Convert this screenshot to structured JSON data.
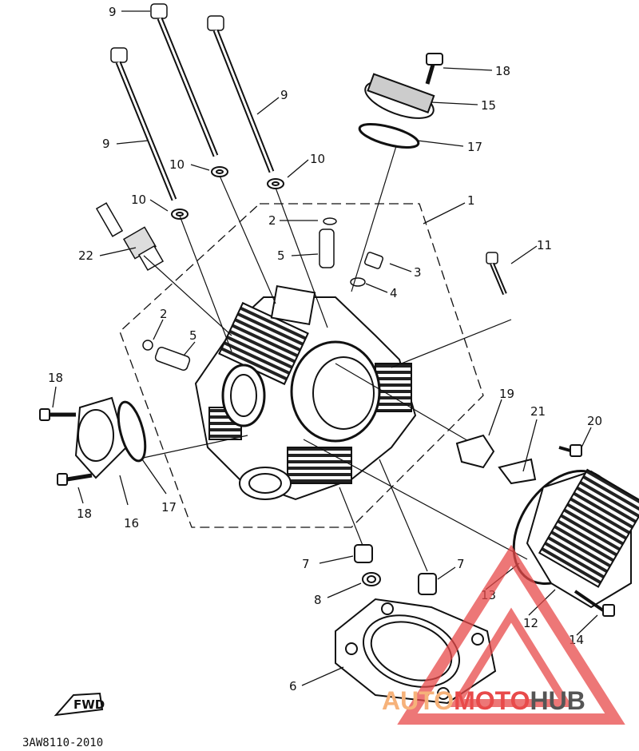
{
  "diagram": {
    "drawing_code": "3AW8110-2010",
    "fwd_label": "FWD",
    "callouts": [
      {
        "id": "c9a",
        "text": "9"
      },
      {
        "id": "c9b",
        "text": "9"
      },
      {
        "id": "c9c",
        "text": "9"
      },
      {
        "id": "c10a",
        "text": "10"
      },
      {
        "id": "c10b",
        "text": "10"
      },
      {
        "id": "c10c",
        "text": "10"
      },
      {
        "id": "c22",
        "text": "22"
      },
      {
        "id": "c2a",
        "text": "2"
      },
      {
        "id": "c5a",
        "text": "5"
      },
      {
        "id": "c2b",
        "text": "2"
      },
      {
        "id": "c5b",
        "text": "5"
      },
      {
        "id": "c1",
        "text": "1"
      },
      {
        "id": "c3",
        "text": "3"
      },
      {
        "id": "c4",
        "text": "4"
      },
      {
        "id": "c11",
        "text": "11"
      },
      {
        "id": "c18a",
        "text": "18"
      },
      {
        "id": "c15",
        "text": "15"
      },
      {
        "id": "c17a",
        "text": "17"
      },
      {
        "id": "c18b",
        "text": "18"
      },
      {
        "id": "c18c",
        "text": "18"
      },
      {
        "id": "c16",
        "text": "16"
      },
      {
        "id": "c17b",
        "text": "17"
      },
      {
        "id": "c19",
        "text": "19"
      },
      {
        "id": "c21",
        "text": "21"
      },
      {
        "id": "c20",
        "text": "20"
      },
      {
        "id": "c7a",
        "text": "7"
      },
      {
        "id": "c8",
        "text": "8"
      },
      {
        "id": "c7b",
        "text": "7"
      },
      {
        "id": "c13",
        "text": "13"
      },
      {
        "id": "c12",
        "text": "12"
      },
      {
        "id": "c14",
        "text": "14"
      },
      {
        "id": "c6",
        "text": "6"
      }
    ]
  },
  "watermark": {
    "part1": "AUTO",
    "part2": "MOTO",
    "part3": "HUB",
    "color_auto": "#f6b27a",
    "color_moto": "#e84a4a",
    "color_hub": "#555555",
    "triangle_color": "#e84a4a"
  },
  "colors": {
    "ink": "#111111",
    "paper": "#ffffff"
  }
}
